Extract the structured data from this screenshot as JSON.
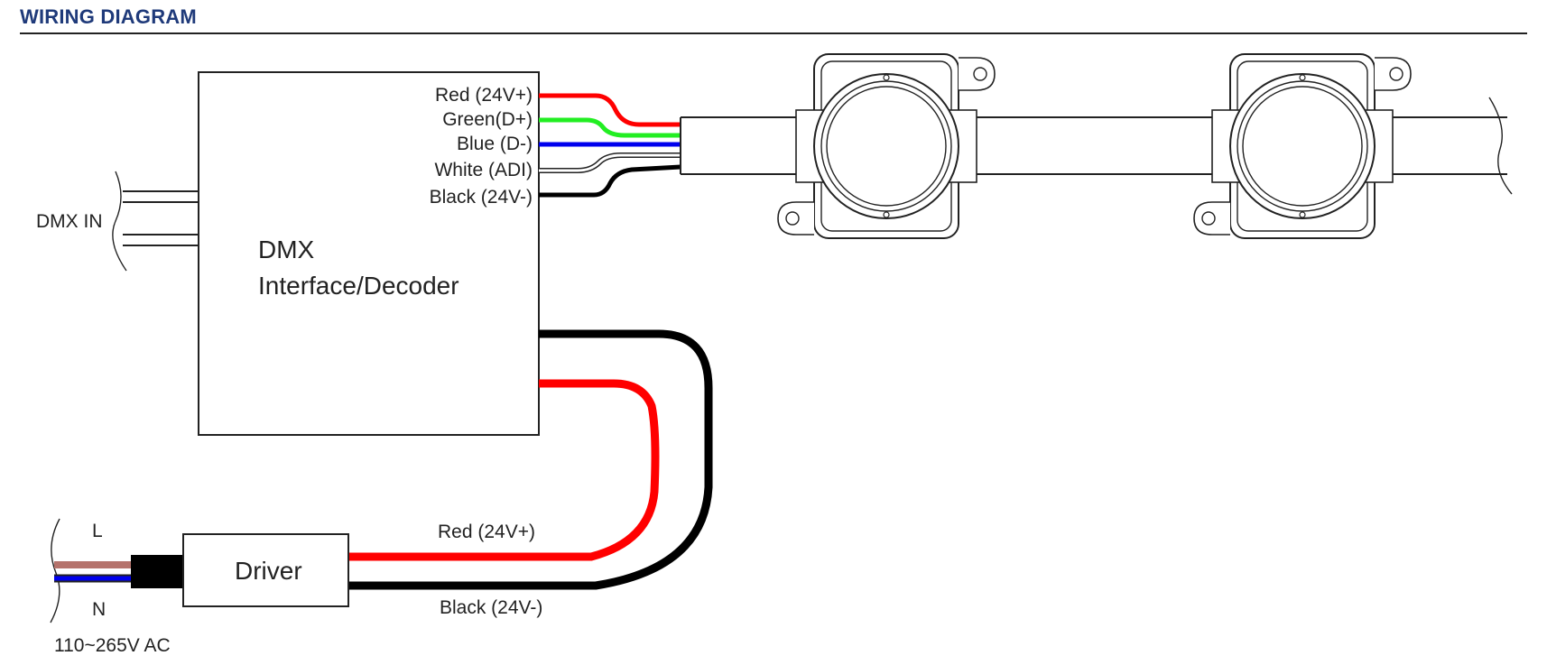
{
  "header": {
    "title": "WIRING DIAGRAM"
  },
  "decoder": {
    "label_line1": "DMX",
    "label_line2": "Interface/Decoder",
    "wires": [
      {
        "label": "Red (24V+)",
        "color": "#ff0000"
      },
      {
        "label": "Green(D+)",
        "color": "#22ee22"
      },
      {
        "label": "Blue (D-)",
        "color": "#0000ee"
      },
      {
        "label": "White (ADI)",
        "color": "#ffffff"
      },
      {
        "label": "Black (24V-)",
        "color": "#000000"
      }
    ]
  },
  "dmx_input": {
    "label": "DMX IN"
  },
  "driver": {
    "label": "Driver",
    "output_red_label": "Red (24V+)",
    "output_black_label": "Black (24V-)"
  },
  "mains": {
    "live_label": "L",
    "neutral_label": "N",
    "voltage_label": "110~265V AC",
    "live_color": "#b5736c",
    "neutral_color": "#0000ee"
  },
  "pixel_modules": {
    "count": 2
  }
}
